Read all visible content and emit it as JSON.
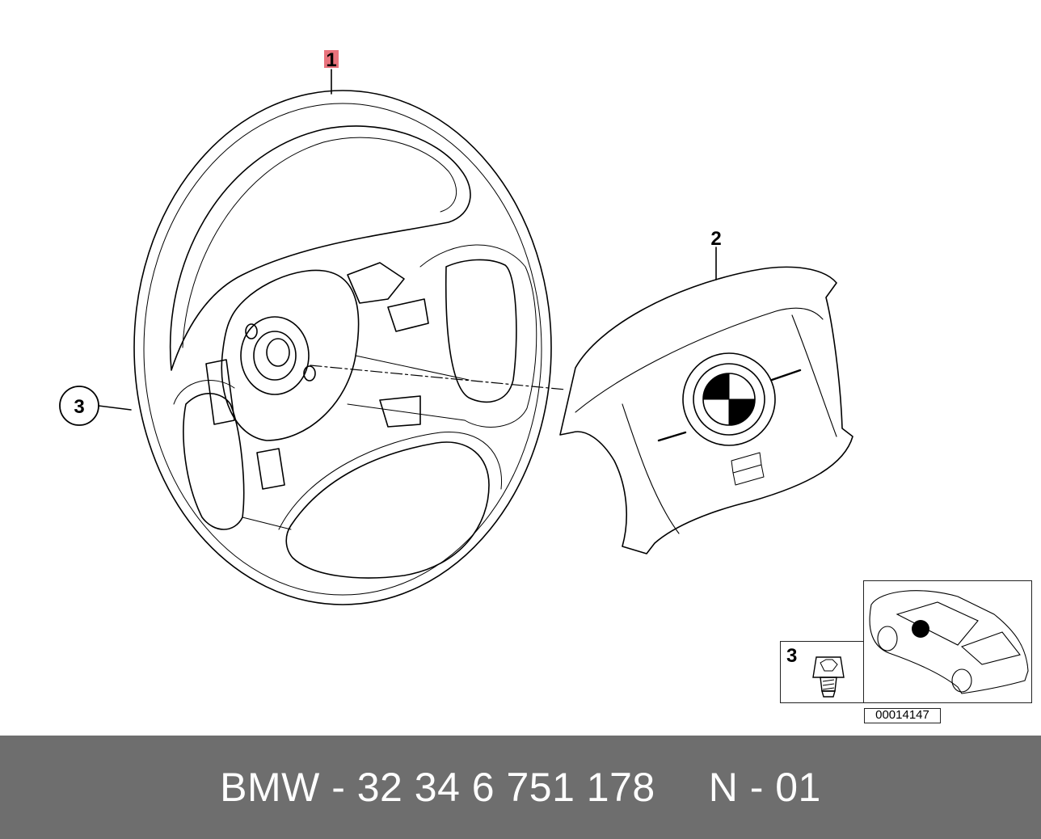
{
  "callouts": {
    "steering_wheel": "1",
    "airbag_module": "2",
    "screw": "3"
  },
  "inset": {
    "screw_label": "3",
    "diagram_number": "00014147"
  },
  "footer": {
    "part_text": "BMW - 32 34 6 751 178",
    "page_text": "N - 01"
  },
  "colors": {
    "footer_background": "#6e6e6e",
    "footer_text": "#ffffff",
    "callout_highlight": "#e8737c",
    "line_art": "#000000"
  },
  "icons": {
    "locator_dot": "filled-black-circle",
    "screw": "torx-bolt-icon"
  }
}
